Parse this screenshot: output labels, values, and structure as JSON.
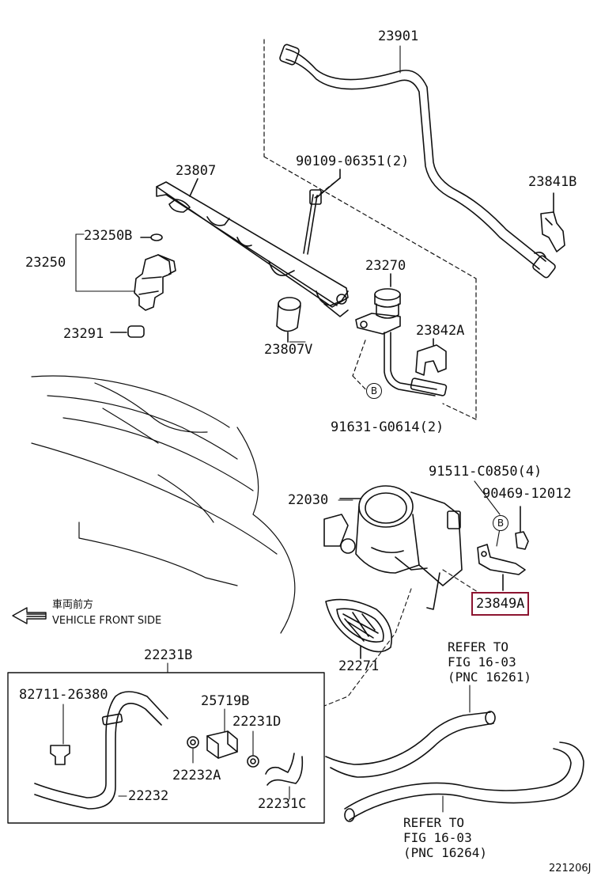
{
  "parts": {
    "p23901": "23901",
    "p90109": "90109-06351(2)",
    "p23841b": "23841B",
    "p23807": "23807",
    "p23250b": "23250B",
    "p23250": "23250",
    "p23291": "23291",
    "p23807v": "23807V",
    "p23270": "23270",
    "p23842a": "23842A",
    "p91631": "91631-G0614(2)",
    "p91511": "91511-C0850(4)",
    "p90469": "90469-12012",
    "p22030": "22030",
    "p23849a": "23849A",
    "p22271": "22271",
    "p22231b": "22231B",
    "p82711": "82711-26380",
    "p25719b": "25719B",
    "p22231d": "22231D",
    "p22232a": "22232A",
    "p22232": "22232",
    "p22231c": "22231C"
  },
  "markers": {
    "b1": "B",
    "b2": "B"
  },
  "orientation": {
    "jp": "車両前方",
    "en": "VEHICLE FRONT SIDE"
  },
  "refs": {
    "ref1": [
      "REFER TO",
      "FIG 16-03",
      "(PNC 16261)"
    ],
    "ref2": [
      "REFER TO",
      "FIG 16-03",
      "(PNC 16264)"
    ]
  },
  "figure_id": "221206J",
  "colors": {
    "highlight": "#8c1430",
    "line": "#111111"
  }
}
